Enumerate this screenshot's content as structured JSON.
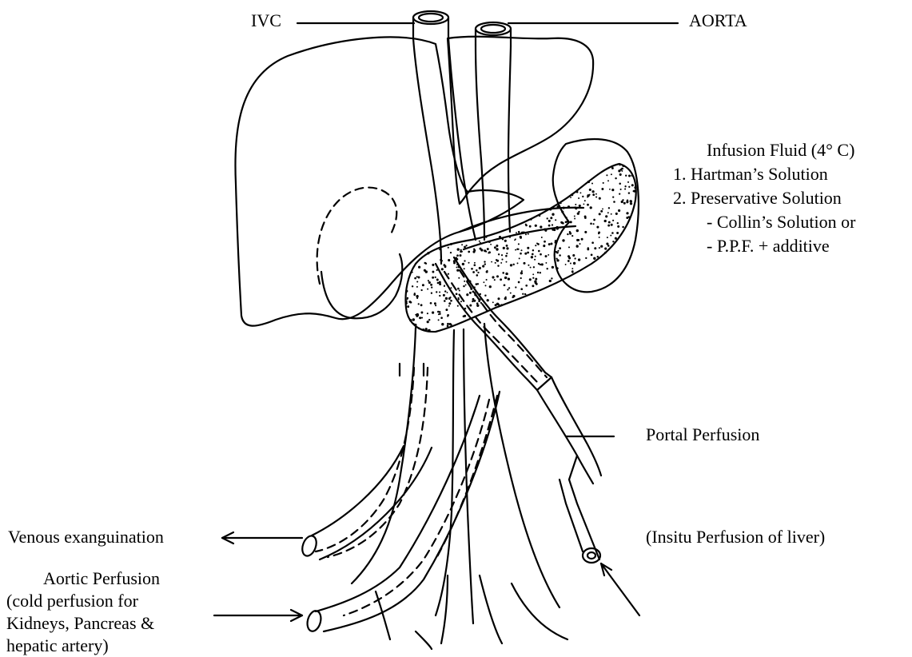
{
  "labels": {
    "ivc": "IVC",
    "aorta": "AORTA",
    "infusion_title": "Infusion Fluid (4° C)",
    "infusion_items": [
      "1. Hartman’s Solution",
      "2. Preservative Solution",
      "- Collin’s Solution or",
      "- P.P.F. + additive"
    ],
    "portal_perfusion": "Portal Perfusion",
    "insitu_perfusion": "(Insitu Perfusion of liver)",
    "venous_exanguination": "Venous exanguination",
    "aortic_perfusion": [
      "Aortic Perfusion",
      "(cold perfusion for",
      "Kidneys, Pancreas &",
      "hepatic artery)"
    ]
  },
  "structures": [
    "liver",
    "right-kidney",
    "left-kidney",
    "pancreas",
    "ivc-vessel",
    "aorta-vessel",
    "portal-vein-cannula",
    "venous-cannula",
    "aortic-cannula",
    "iliac-branches"
  ]
}
